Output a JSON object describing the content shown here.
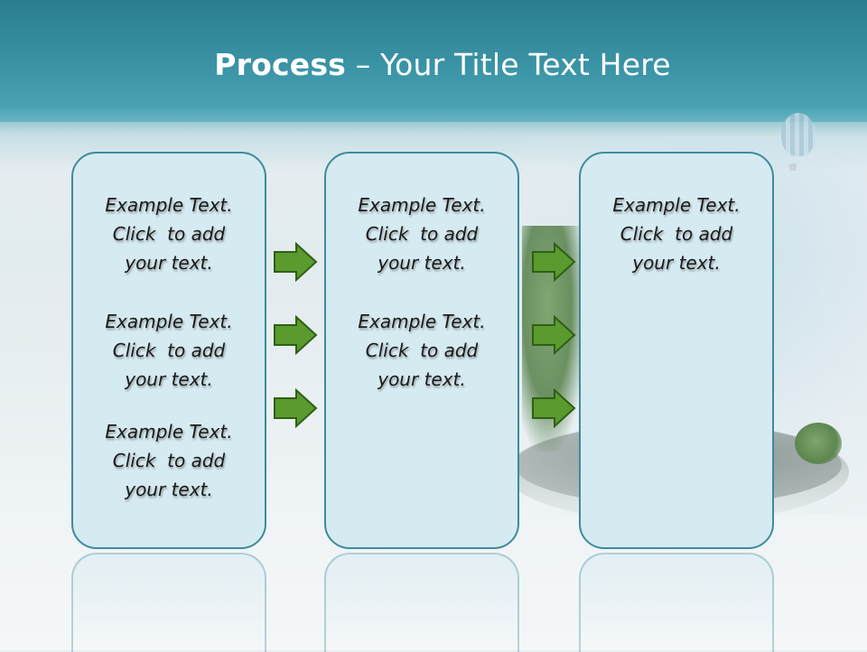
{
  "title": {
    "bold": "Process",
    "rest": " – Your Title Text Here"
  },
  "boxes": [
    {
      "blocks": [
        [
          "Example Text.",
          "Click  to add",
          "your text."
        ],
        [
          "Example Text.",
          "Click  to add",
          "your text."
        ],
        [
          "Example Text.",
          "Click  to add",
          "your text."
        ]
      ]
    },
    {
      "blocks": [
        [
          "Example Text.",
          "Click  to add",
          "your text."
        ],
        [
          "Example Text.",
          "Click  to add",
          "your text."
        ]
      ]
    },
    {
      "blocks": [
        [
          "Example Text.",
          "Click  to add",
          "your text."
        ]
      ]
    }
  ],
  "colors": {
    "header": "#3c96a8",
    "box_fill": "#d6eaf1",
    "box_border": "#3d8b9d",
    "arrow_fill": "#5a9a2e",
    "arrow_stroke": "#2f5f14"
  },
  "icons": [
    "right-arrow-icon"
  ]
}
